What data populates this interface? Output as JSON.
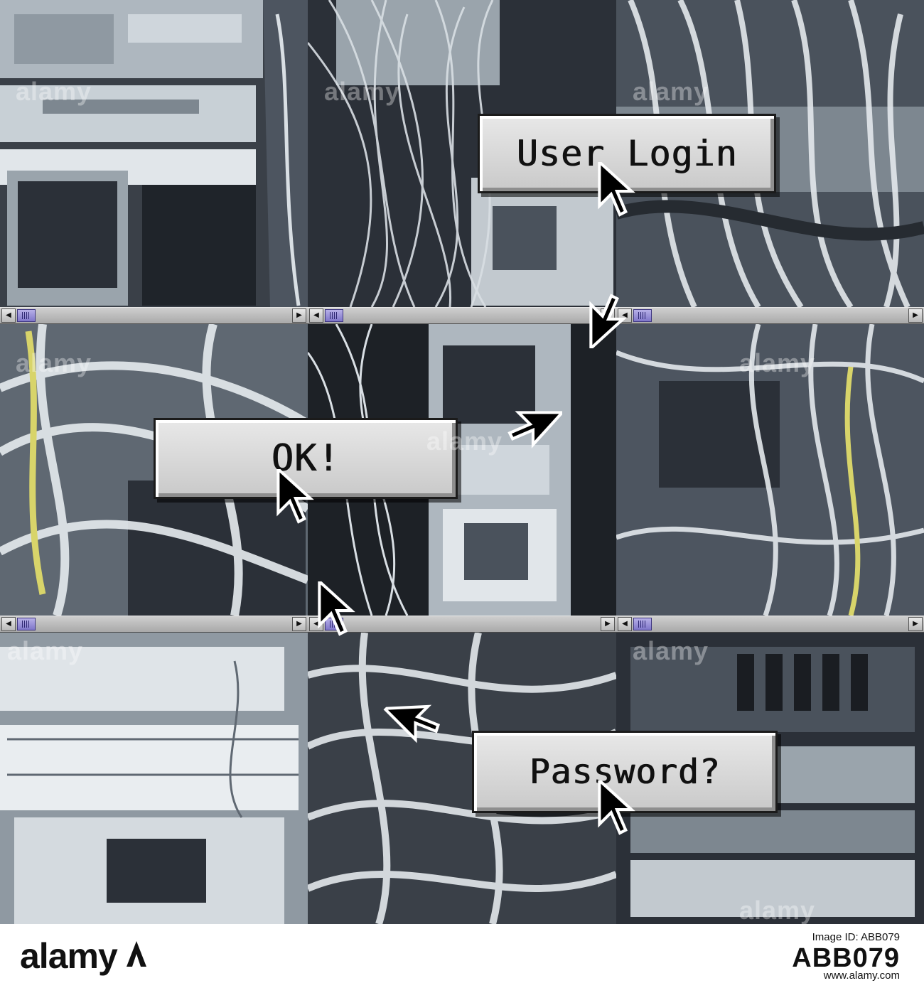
{
  "scene": {
    "palette": {
      "background": "#1a1d22",
      "cable": "#d9dfe4",
      "rack": "#c2c9cf",
      "shadow": "#2b3038",
      "yellow_cable": "#d8d46a",
      "thumb": "#8a82d6"
    }
  },
  "buttons": {
    "login": {
      "label": "User Login"
    },
    "ok": {
      "label": "OK!"
    },
    "password": {
      "label": "Password?"
    }
  },
  "scrollbars": {
    "icons": {
      "left": "left-arrow-icon",
      "right": "right-arrow-icon"
    },
    "left_glyph": "◀",
    "right_glyph": "▶"
  },
  "cursor_icon": "arrow-cursor-icon",
  "watermark": {
    "brand": "alamy"
  },
  "footer": {
    "brand": "alamy",
    "image_id_label": "Image ID: ABB079",
    "image_id": "ABB079",
    "url": "www.alamy.com"
  }
}
